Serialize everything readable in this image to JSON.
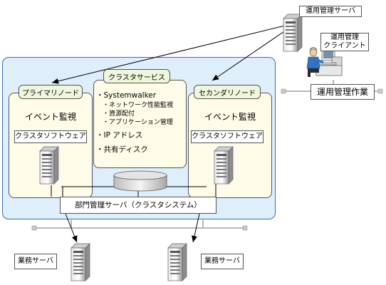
{
  "ops_server": {
    "label": "運用管理サーバ"
  },
  "ops_client": {
    "label_line1": "運用管理",
    "label_line2": "クライアント"
  },
  "ops_work": {
    "label": "運用管理作業"
  },
  "cluster_service": {
    "title": "クラスタサービス",
    "systemwalker": "・Systemwalker",
    "sub_items": [
      "・ネットワーク性能監視",
      "・資源配付",
      "・アプリケーション管理"
    ],
    "ip_address": "・IP アドレス",
    "shared_disk": "・共有ディスク"
  },
  "primary_node": {
    "title": "プライマリノード",
    "event": "イベント監視",
    "software": "クラスタソフトウェア"
  },
  "secondary_node": {
    "title": "セカンダリノード",
    "event": "イベント監視",
    "software": "クラスタソフトウェア"
  },
  "dept_server": {
    "label": "部門管理サーバ（クラスタシステム）"
  },
  "business_servers": [
    {
      "label": "業務サーバ"
    },
    {
      "label": "業務サーバ"
    }
  ],
  "colors": {
    "cluster_bg": "#deeefb",
    "cluster_border": "#3b6fb0",
    "node_bg": "#fffbe9",
    "tag_bg": "#eef7dc"
  },
  "icons": [
    "server-icon",
    "disk-icon",
    "operator-icon",
    "arrow-icon"
  ]
}
